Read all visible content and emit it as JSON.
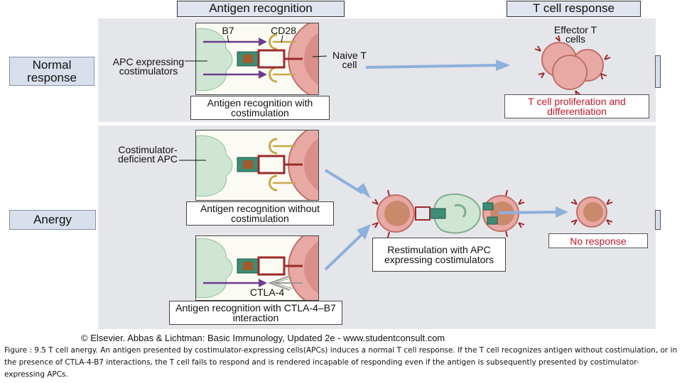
{
  "headers": {
    "antigen_recognition": "Antigen recognition",
    "t_cell_response": "T cell response"
  },
  "rows": {
    "normal": "Normal response",
    "anergy": "Anergy"
  },
  "labels": {
    "b7": "B7",
    "cd28": "CD28",
    "naive_t_cell": "Naive T cell",
    "apc_costimulators": "APC expressing costimulators",
    "effector_t_cells": "Effector T cells",
    "costim_deficient_apc": "Costimulator-deficient APC",
    "ctla4": "CTLA-4"
  },
  "captions": {
    "with_costimulation": "Antigen recognition with costimulation",
    "proliferation": "T cell proliferation and differentiation",
    "without_costimulation": "Antigen recognition without costimulation",
    "restimulation": "Restimulation with APC expressing costimulators",
    "no_response": "No response",
    "ctla4_interaction": "Antigen recognition with CTLA-4–B7 interaction"
  },
  "copyright": "© Elsevier. Abbas & Lichtman: Basic Immunology, Updated 2e - www.studentconsult.com",
  "figure_caption": "Figure : 9.5 T cell anergy. An antigen presented by costimulator-expressing cells(APCs) induces a normal T cell response. If the T cell recognizes antigen without costimulation, or in   the presence of CTLA-4-B7 interactions, the T cell fails to respond and is rendered incapable of responding even if the antigen is subsequently presented by costimulator-expressing  APCs.",
  "colors": {
    "apc": "#cfe6d4",
    "t_cell": "#e8a9a5",
    "arrow": "#8db0dc",
    "red_text": "#c0182a",
    "b7": "#6b3d8c",
    "cd28": "#c8a84a"
  }
}
